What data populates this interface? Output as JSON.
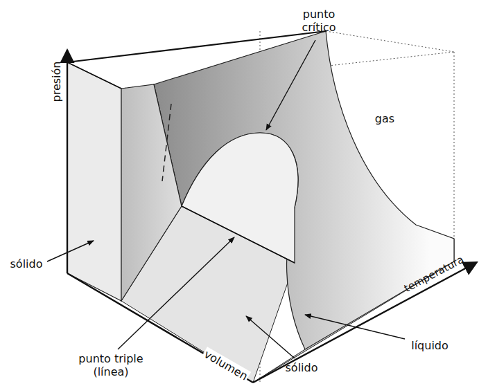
{
  "diagram": {
    "labels": [
      "presión",
      "punto crítico",
      "gas",
      "sólido",
      "temperatura",
      "líquido",
      "punto triple (línea)",
      "volumen",
      "sólido"
    ]
  }
}
